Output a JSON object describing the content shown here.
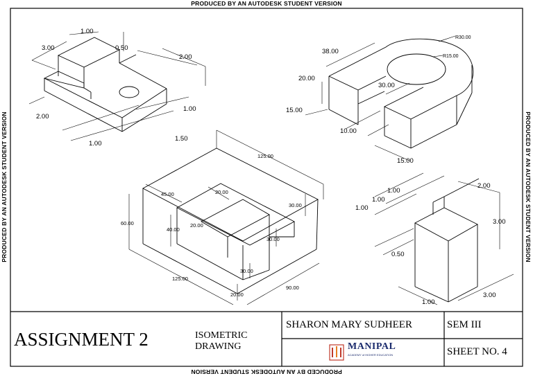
{
  "watermark": {
    "top": "PRODUCED BY AN AUTODESK STUDENT VERSION",
    "bottom": "PRODUCED BY AN AUTODESK STUDENT VERSION",
    "left": "PRODUCED BY AN AUTODESK STUDENT VERSION",
    "right": "PRODUCED BY AN AUTODESK STUDENT VERSION"
  },
  "title_block": {
    "assignment": "ASSIGNMENT 2",
    "subject_line1": "ISOMETRIC",
    "subject_line2": "DRAWING",
    "student_name": "SHARON MARY SUDHEER",
    "semester": "SEM III",
    "sheet": "SHEET NO. 4",
    "logo": {
      "name": "MANIPAL",
      "subtitle": "ACADEMY of HIGHER EDUCATION"
    }
  },
  "drawings": {
    "fig1": {
      "dims": [
        "1.00",
        "3.00",
        "0.50",
        "2.00",
        "1.00",
        "1.50",
        "2.00",
        "1.00"
      ]
    },
    "fig2": {
      "dims": [
        "R30.00",
        "R15.00",
        "38.00",
        "20.00",
        "30.00",
        "15.00",
        "10.00",
        "15.00"
      ]
    },
    "fig3": {
      "dims": [
        "125.00",
        "45.00",
        "20.00",
        "30.00",
        "60.00",
        "40.00",
        "20.00",
        "30.00",
        "30.00",
        "125.00",
        "20.00",
        "90.00"
      ]
    },
    "fig4": {
      "dims": [
        "1.00",
        "1.00",
        "1.00",
        "2.00",
        "3.00",
        "0.50",
        "1.00",
        "3.00"
      ]
    }
  }
}
